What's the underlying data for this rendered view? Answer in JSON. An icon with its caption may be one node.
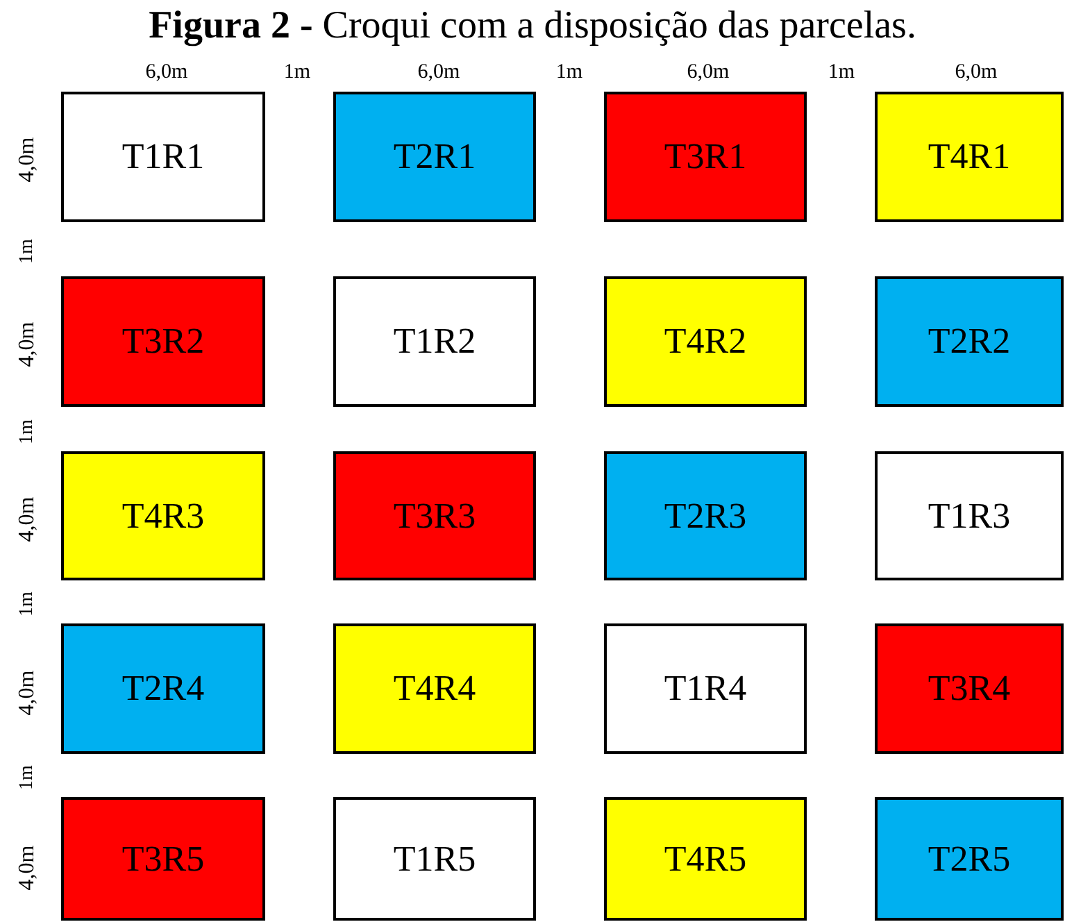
{
  "diagram": {
    "title": "**Figura 2 -** Croqui com a disposição das parcelas.",
    "nodes": [
      {
        "text": [
          "T1R1"
        ]
      },
      {
        "text": [
          "T2R1"
        ]
      },
      {
        "text": [
          "T3R1"
        ]
      },
      {
        "text": [
          "T4R1"
        ]
      },
      {
        "text": [
          "T3R2"
        ]
      },
      {
        "text": [
          "T1R2"
        ]
      },
      {
        "text": [
          "T4R2"
        ]
      },
      {
        "text": [
          "T2R2"
        ]
      },
      {
        "text": [
          "T4R3"
        ]
      },
      {
        "text": [
          "T3R3"
        ]
      },
      {
        "text": [
          "T2R3"
        ]
      },
      {
        "text": [
          "T1R3"
        ]
      },
      {
        "text": [
          "T2R4"
        ]
      },
      {
        "text": [
          "T4R4"
        ]
      },
      {
        "text": [
          "T1R4"
        ]
      },
      {
        "text": [
          "T3R4"
        ]
      },
      {
        "text": [
          "T3R5"
        ]
      },
      {
        "text": [
          "T1R5"
        ]
      },
      {
        "text": [
          "T4R5"
        ]
      },
      {
        "text": [
          "T2R5"
        ]
      }
    ],
    "labels": [
      "6,0m",
      "1m",
      "6,0m",
      "1m",
      "6,0m",
      "1m",
      "6,0m",
      "4,0m",
      "1m",
      "4,0m",
      "1m",
      "4,0m",
      "1m",
      "4,0m",
      "1m",
      "4,0m"
    ]
  }
}
